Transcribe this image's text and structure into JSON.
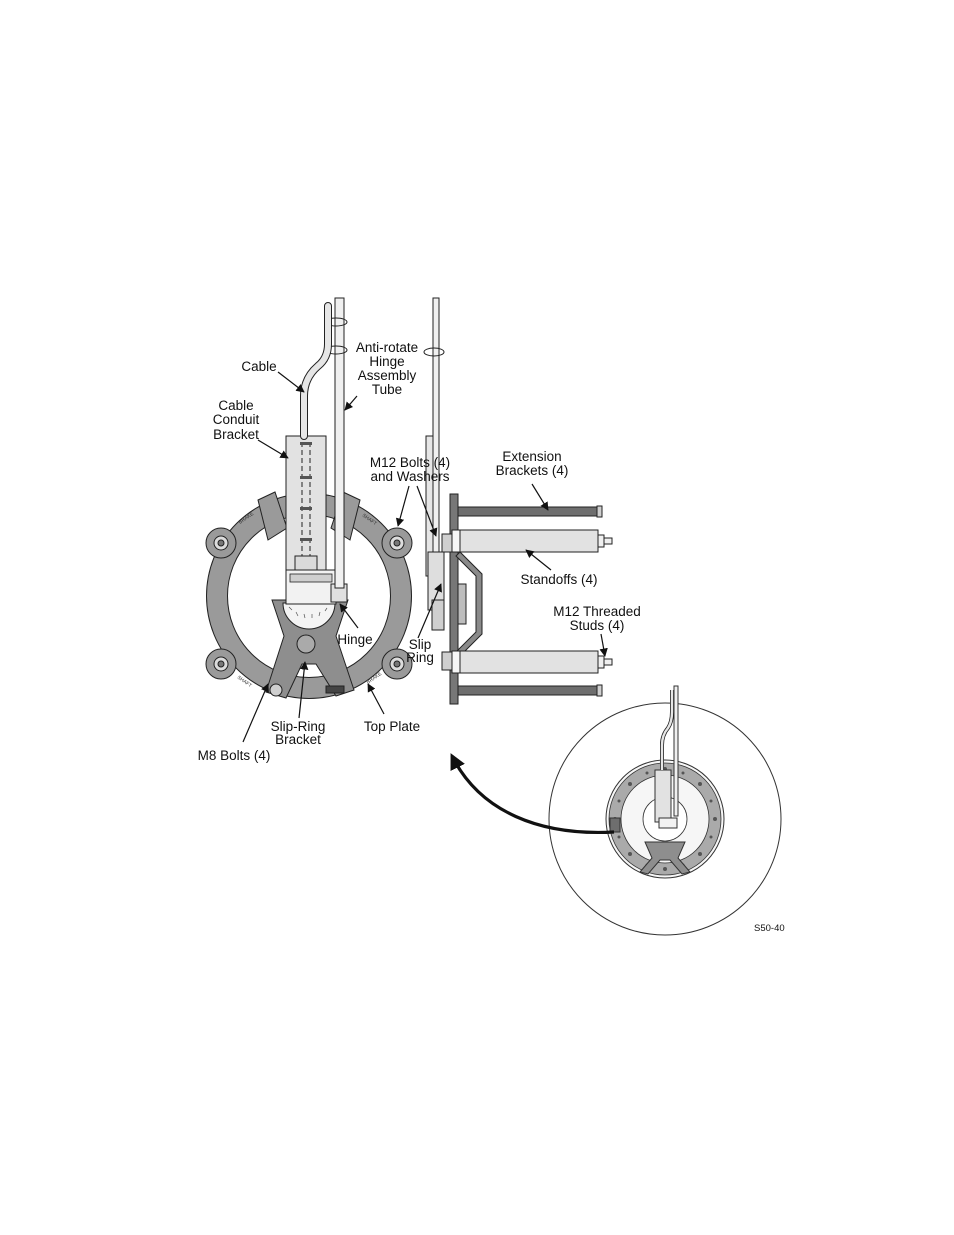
{
  "labels": {
    "cable": "Cable",
    "anti_rotate": [
      "Anti-rotate",
      "Hinge",
      "Assembly",
      "Tube"
    ],
    "cable_conduit": [
      "Cable",
      "Conduit",
      "Bracket"
    ],
    "m12_bolts": [
      "M12 Bolts (4)",
      "and Washers"
    ],
    "extension": [
      "Extension",
      "Brackets (4)"
    ],
    "standoffs": "Standoffs (4)",
    "m12_studs": [
      "M12 Threaded",
      "Studs (4)"
    ],
    "hinge": "Hinge",
    "slip_ring": [
      "Slip",
      "Ring"
    ],
    "top_plate": "Top Plate",
    "slip_ring_bracket": [
      "Slip-Ring",
      "Bracket"
    ],
    "m8_bolts": "M8 Bolts (4)",
    "figure_id": "S50-40"
  },
  "colors": {
    "plate_gray": "#9a9a9a",
    "light_part": "#e2e2e2",
    "dark_part": "#6e6e6e",
    "line": "#1a1a1a"
  }
}
